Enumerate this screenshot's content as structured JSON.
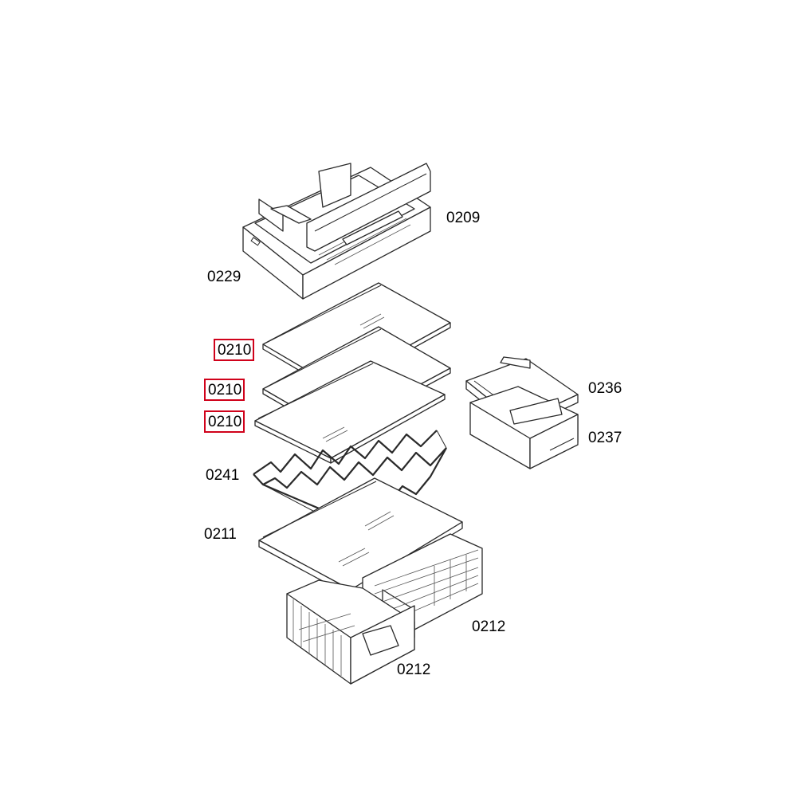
{
  "diagram": {
    "callouts": [
      {
        "id": "c-0209",
        "text": "0209",
        "highlighted": false
      },
      {
        "id": "c-0229",
        "text": "0229",
        "highlighted": false
      },
      {
        "id": "c-0210-a",
        "text": "0210",
        "highlighted": true
      },
      {
        "id": "c-0210-b",
        "text": "0210",
        "highlighted": true
      },
      {
        "id": "c-0210-c",
        "text": "0210",
        "highlighted": true
      },
      {
        "id": "c-0236",
        "text": "0236",
        "highlighted": false
      },
      {
        "id": "c-0237",
        "text": "0237",
        "highlighted": false
      },
      {
        "id": "c-0241",
        "text": "0241",
        "highlighted": false
      },
      {
        "id": "c-0211",
        "text": "0211",
        "highlighted": false
      },
      {
        "id": "c-0212-a",
        "text": "0212",
        "highlighted": false
      },
      {
        "id": "c-0212-b",
        "text": "0212",
        "highlighted": false
      }
    ],
    "highlight_color": "#d0021b",
    "parts": {
      "drawer_0229": "drawer",
      "drawer_front_0209": "drawer-front",
      "glass_shelf_0210": "glass-shelf",
      "bottle_rack_0241": "bottle-rack",
      "glass_shelf_0211": "glass-shelf",
      "crisper_bin_0212": "crisper-bin",
      "egg_tray_0236": "tray",
      "small_bin_0237": "bin"
    }
  }
}
